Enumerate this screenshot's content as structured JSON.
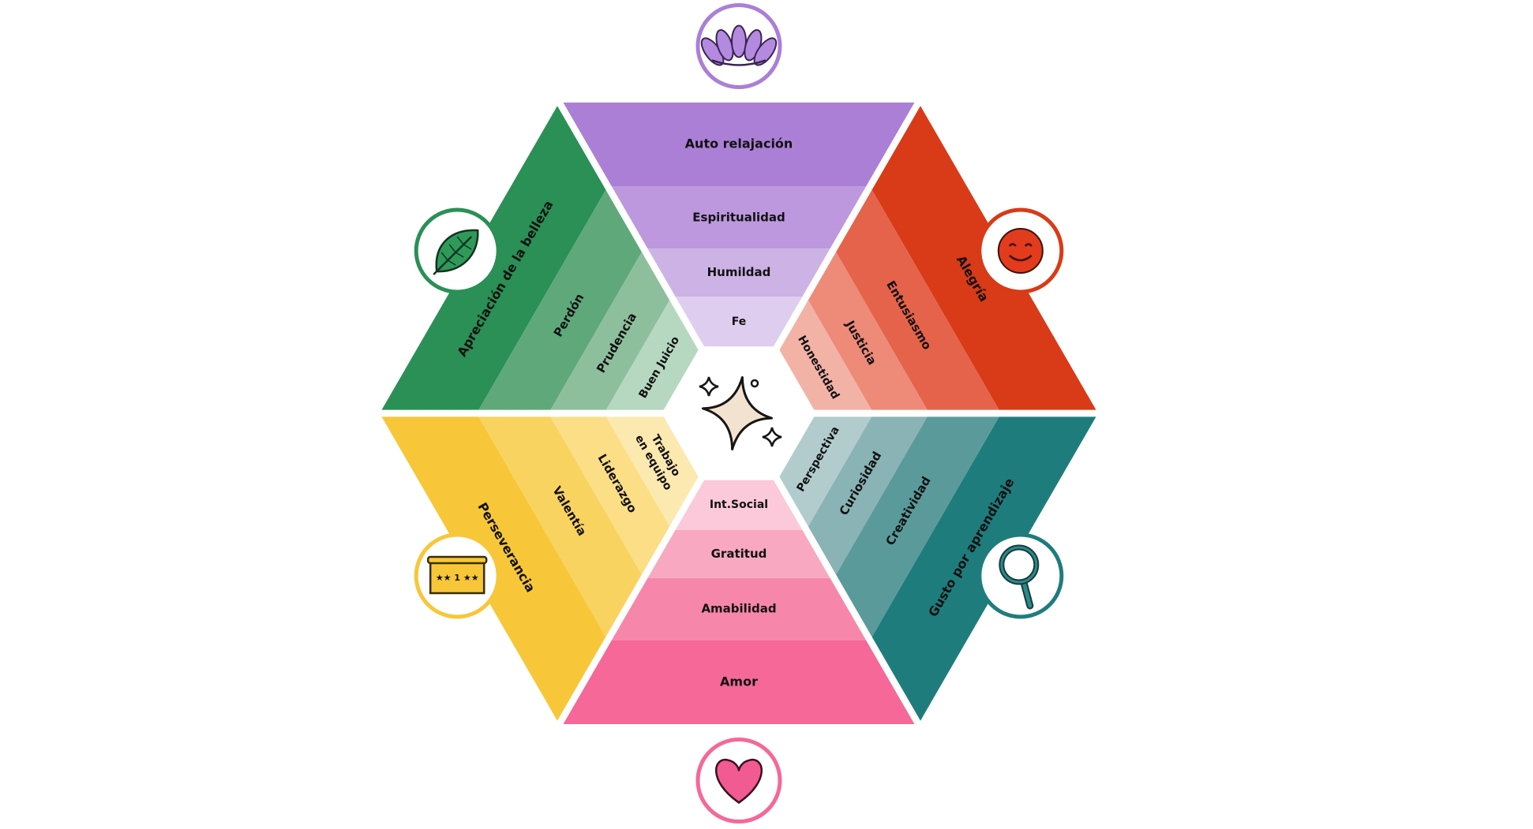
{
  "center": {
    "icon": "sparkles-icon"
  },
  "sectors": [
    {
      "id": "trascendencia",
      "icon": "lotus-icon",
      "colors": [
        "#ab7fd6",
        "#bd98de",
        "#cdb2e6",
        "#dfcdef"
      ],
      "bands": [
        "Auto relajación",
        "Espiritualidad",
        "Humildad",
        "Fe"
      ]
    },
    {
      "id": "humanidad-alegria",
      "icon": "smiley-face-icon",
      "colors": [
        "#d93a17",
        "#e5634a",
        "#ee8a78",
        "#f3b2a6"
      ],
      "bands": [
        "Alegría",
        "Entusiasmo",
        "Justicia",
        "Honestidad"
      ]
    },
    {
      "id": "conocimiento",
      "icon": "magnifier-icon",
      "colors": [
        "#1f7c7d",
        "#5a9a9a",
        "#89b3b4",
        "#b2cccd"
      ],
      "bands": [
        "Gusto por aprendizaje",
        "Creatividad",
        "Curiosidad",
        "Perspectiva"
      ]
    },
    {
      "id": "humanidad-amor",
      "icon": "heart-icon",
      "colors": [
        "#f56897",
        "#f786ab",
        "#f9a8c2",
        "#fbc9d9"
      ],
      "bands": [
        "Amor",
        "Amabilidad",
        "Gratitud",
        "Int.Social"
      ]
    },
    {
      "id": "coraje",
      "icon": "award-badge-icon",
      "colors": [
        "#f7c739",
        "#f9d35f",
        "#fbde86",
        "#fce9b0"
      ],
      "bands": [
        "Perseverancia",
        "Valentía",
        "Liderazgo",
        "Trabajo\nen equipo"
      ]
    },
    {
      "id": "templanza",
      "icon": "leaf-icon",
      "colors": [
        "#2a9055",
        "#5fa87a",
        "#8ebf9d",
        "#b6d7c0"
      ],
      "bands": [
        "Apreciación de la belleza",
        "Perdón",
        "Prudencia",
        "Buen Juicio"
      ]
    }
  ],
  "badge_text": "★★ 1 ★★"
}
